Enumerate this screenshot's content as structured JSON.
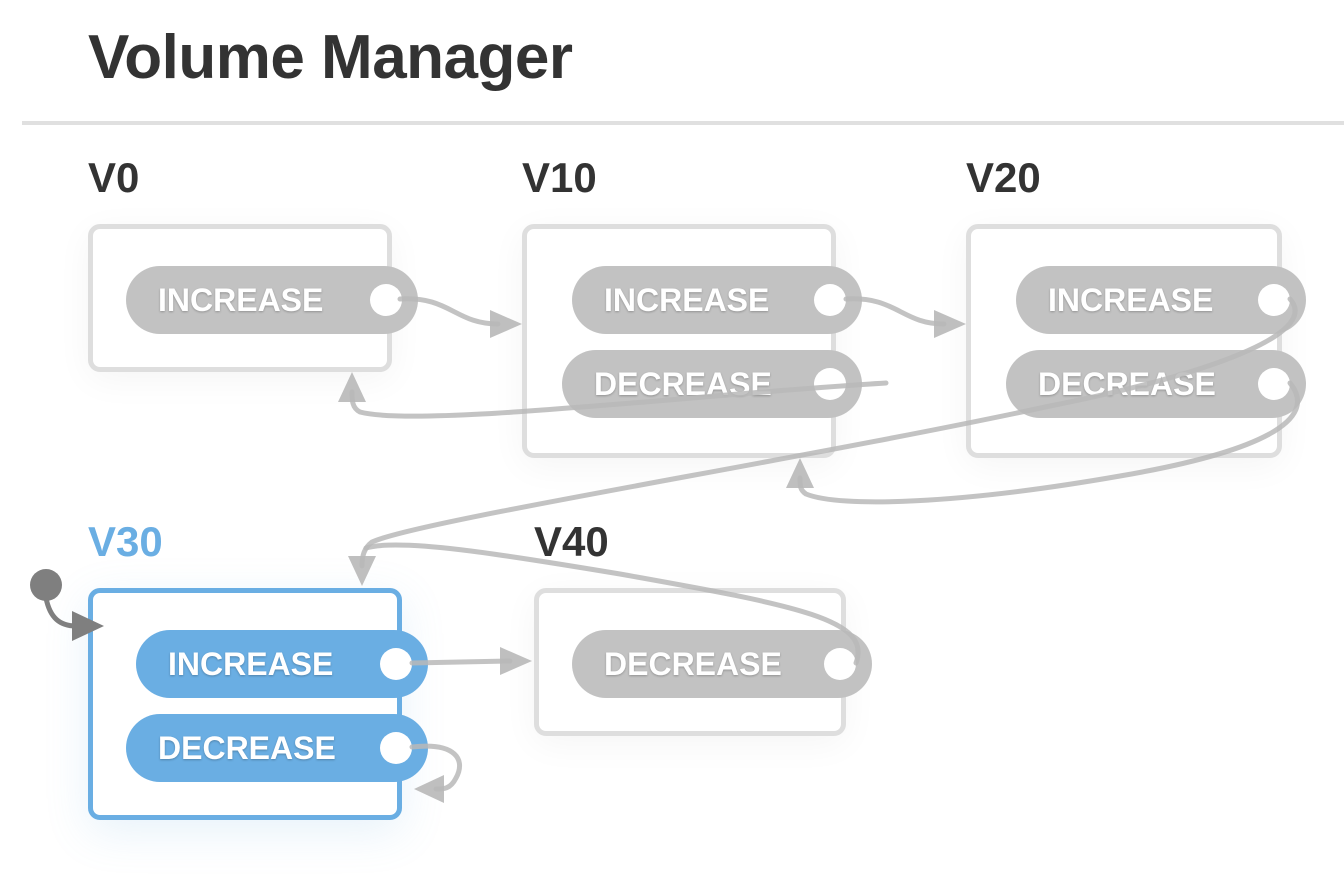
{
  "header": {
    "title": "Volume Manager"
  },
  "states": [
    {
      "id": "V0",
      "label": "V0",
      "active": false,
      "events": [
        {
          "label": "INCREASE",
          "target": "V10"
        }
      ]
    },
    {
      "id": "V10",
      "label": "V10",
      "active": false,
      "events": [
        {
          "label": "INCREASE",
          "target": "V20"
        },
        {
          "label": "DECREASE",
          "target": "V0"
        }
      ]
    },
    {
      "id": "V20",
      "label": "V20",
      "active": false,
      "events": [
        {
          "label": "INCREASE",
          "target": "V30"
        },
        {
          "label": "DECREASE",
          "target": "V10"
        }
      ]
    },
    {
      "id": "V30",
      "label": "V30",
      "active": true,
      "events": [
        {
          "label": "INCREASE",
          "target": "V40"
        },
        {
          "label": "DECREASE",
          "target": "V30"
        }
      ]
    },
    {
      "id": "V40",
      "label": "V40",
      "active": false,
      "events": [
        {
          "label": "DECREASE",
          "target": "V30"
        }
      ]
    }
  ],
  "initial_state": "V30",
  "colors": {
    "active": "#6aaee3",
    "inactive_event": "#c2c2c2",
    "inactive_border": "#dedede",
    "edge": "#b8b8b8",
    "initial_marker": "#7f7f7f",
    "text": "#333333"
  }
}
